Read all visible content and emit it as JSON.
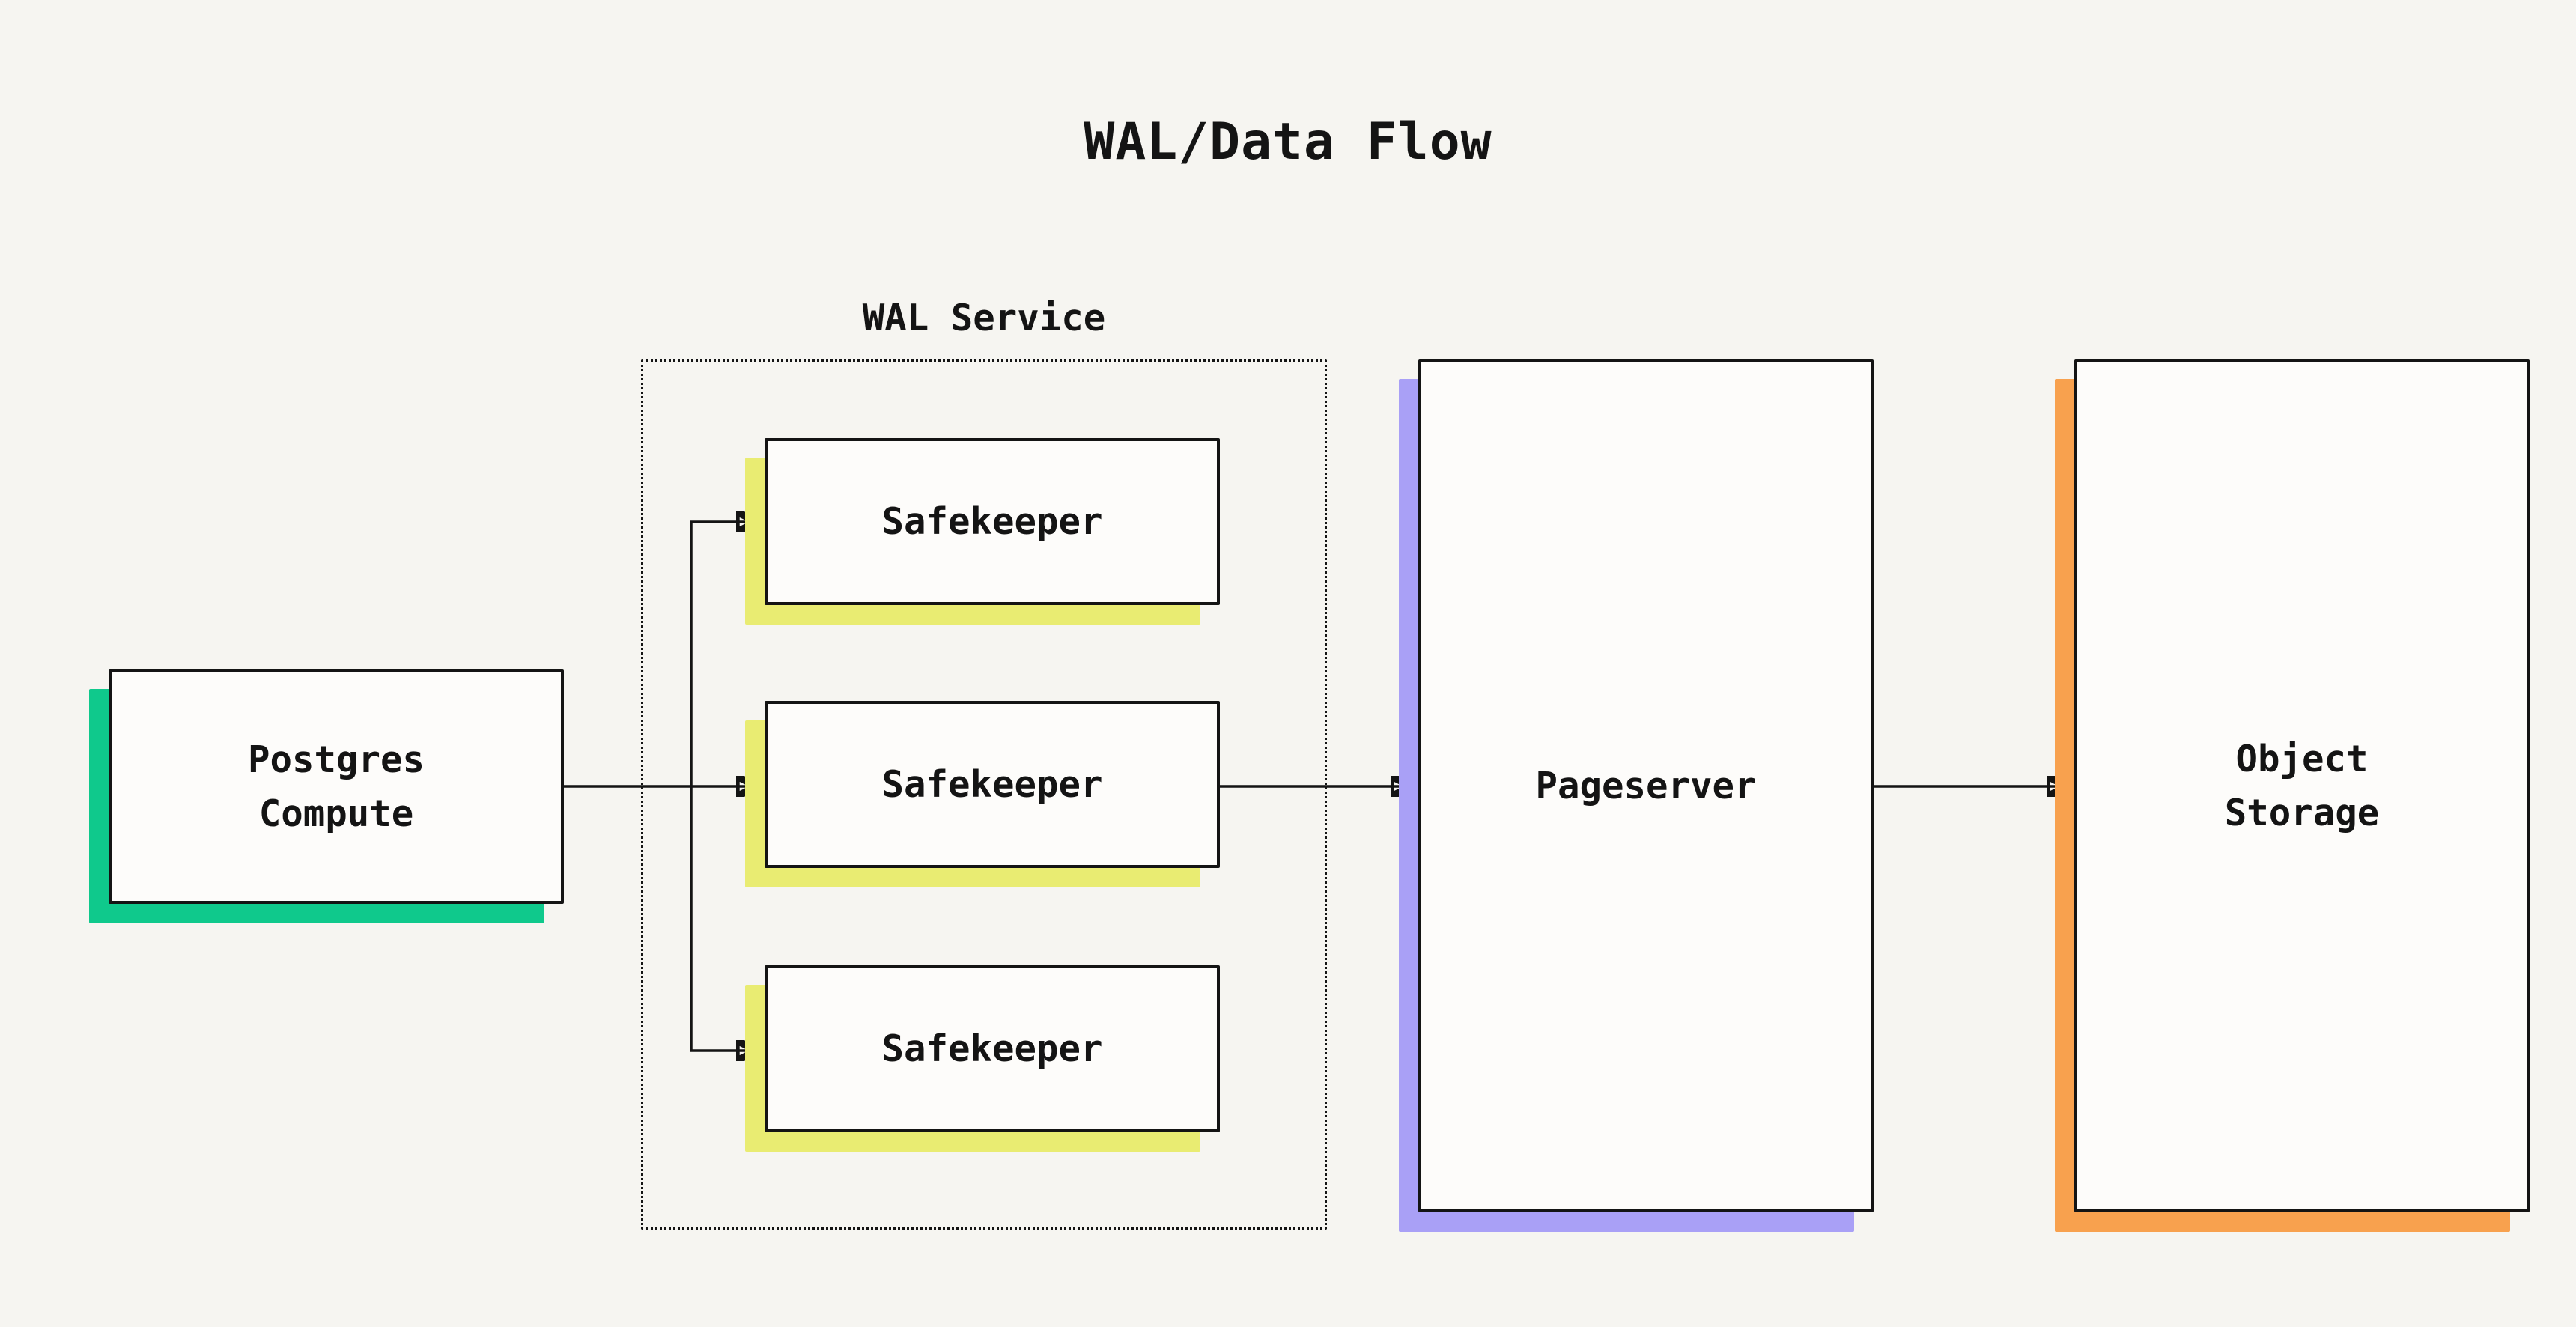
{
  "title": "WAL/Data Flow",
  "colors": {
    "ink": "#141414",
    "bg": "#f6f5f1",
    "node_bg": "#fdfcfa",
    "green": "#0fc98c",
    "yellow": "#e9ec72",
    "purple": "#a9a0f6",
    "orange": "#f8a14e"
  },
  "nodes": {
    "postgres": {
      "label": "Postgres\nCompute",
      "accent": "#0fc98c"
    },
    "wal_service": {
      "label": "WAL Service"
    },
    "safekeeper1": {
      "label": "Safekeeper",
      "accent": "#e9ec72"
    },
    "safekeeper2": {
      "label": "Safekeeper",
      "accent": "#e9ec72"
    },
    "safekeeper3": {
      "label": "Safekeeper",
      "accent": "#e9ec72"
    },
    "pageserver": {
      "label": "Pageserver",
      "accent": "#a9a0f6"
    },
    "object_storage": {
      "label": "Object\nStorage",
      "accent": "#f8a14e"
    }
  },
  "edges": [
    {
      "from": "postgres-compute",
      "to": "safekeeper-1"
    },
    {
      "from": "postgres-compute",
      "to": "safekeeper-2"
    },
    {
      "from": "postgres-compute",
      "to": "safekeeper-3"
    },
    {
      "from": "safekeeper-2",
      "to": "pageserver"
    },
    {
      "from": "pageserver",
      "to": "object-storage"
    }
  ]
}
